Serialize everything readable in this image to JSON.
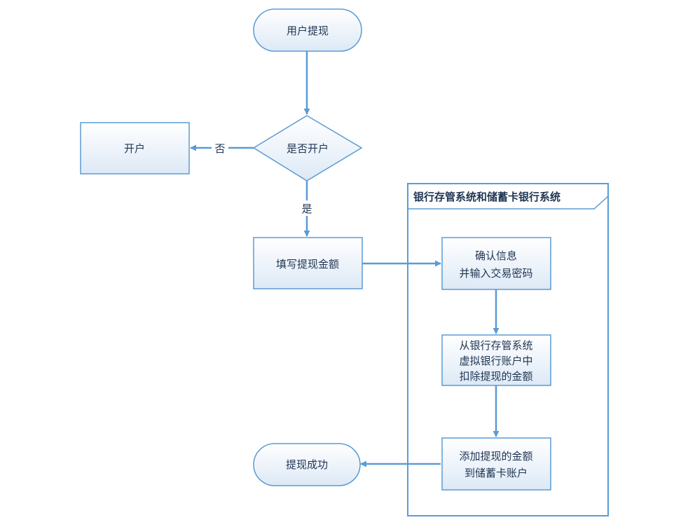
{
  "nodes": {
    "start": "用户提现",
    "decision": "是否开户",
    "open_account": "开户",
    "fill_amount": "填写提现金额",
    "confirm": [
      "确认信息",
      "并输入交易密码"
    ],
    "deduct": [
      "从银行存管系统",
      "虚拟银行账户中",
      "扣除提现的金额"
    ],
    "add_amount": [
      "添加提现的金额",
      "到储蓄卡账户"
    ],
    "success": "提现成功"
  },
  "frame": {
    "title": "银行存管系统和储蓄卡银行系统"
  },
  "edges": {
    "no_label": "否",
    "yes_label": "是"
  },
  "colors": {
    "stroke": "#5b9bd5",
    "fill_top": "#ffffff",
    "fill_bottom": "#dde9f6",
    "text": "#1f3553"
  }
}
